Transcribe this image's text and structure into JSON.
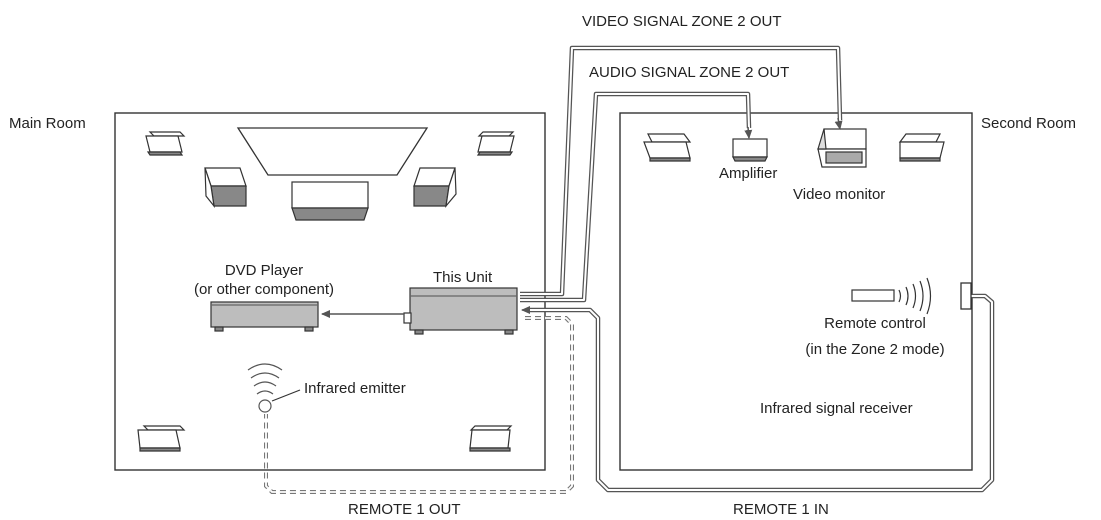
{
  "labels": {
    "main_room": "Main Room",
    "second_room": "Second Room",
    "video_signal": "VIDEO SIGNAL ZONE 2 OUT",
    "audio_signal": "AUDIO SIGNAL ZONE 2 OUT",
    "amplifier": "Amplifier",
    "video_monitor": "Video monitor",
    "dvd_player_line1": "DVD Player",
    "dvd_player_line2": "(or other component)",
    "this_unit": "This Unit",
    "remote_control_line1": "Remote control",
    "remote_control_line2": "(in the Zone 2 mode)",
    "infrared_emitter": "Infrared emitter",
    "infrared_receiver": "Infrared signal receiver",
    "remote_out": "REMOTE 1 OUT",
    "remote_in": "REMOTE 1 IN"
  },
  "colors": {
    "line": "#333333",
    "cable": "#555555",
    "cable_inner": "#ffffff",
    "dashed": "#777777",
    "device_fill": "#bdbdbd",
    "device_dark": "#8f8f8f",
    "speaker_light": "#ffffff"
  }
}
